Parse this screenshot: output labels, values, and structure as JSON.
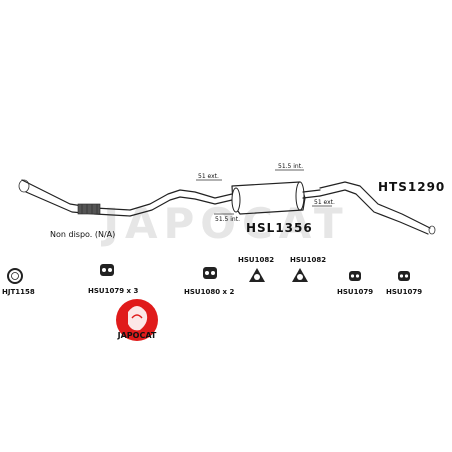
{
  "diagram": {
    "watermark": "JAPOCAT",
    "logo_text": "JAPOCAT",
    "parts": {
      "front_pipe_note": "Non dispo. (N/A)",
      "muffler": "HSL1356",
      "tail_pipe": "HTS1290",
      "gasket": "HJT1158",
      "mount_a": "HSU1079 x 3",
      "mount_b": "HSU1080 x 2",
      "hanger_1": "HSU1082",
      "hanger_2": "HSU1082",
      "mount_c": "HSU1079",
      "mount_d": "HSU1079"
    },
    "dimensions": {
      "d1": "51 ext.",
      "d2": "51.5 int.",
      "d3": "51.5 int.",
      "d4": "51 ext."
    }
  }
}
